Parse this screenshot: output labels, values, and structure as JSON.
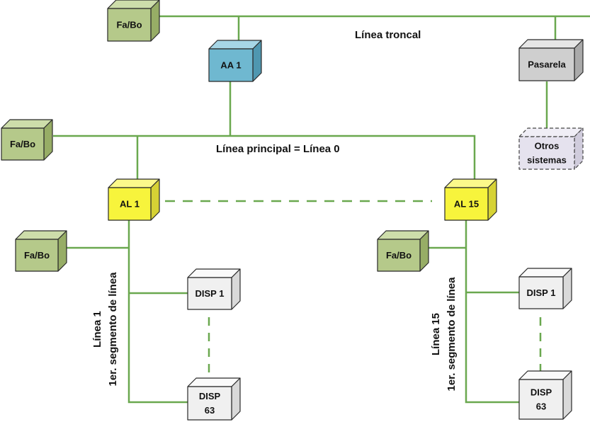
{
  "labels": {
    "backbone": "Línea troncal",
    "main_line": "Línea principal = Línea 0",
    "line1_title": "Línea 1",
    "line1_sub": "1er. segmento de línea",
    "line15_title": "Línea 15",
    "line15_sub": "1er. segmento de línea"
  },
  "colors": {
    "wire": "#6aa84f",
    "fabo_front": "#b5c98a",
    "fabo_top": "#cdddaa",
    "fabo_side": "#97ad66",
    "aa_front": "#6fb8d0",
    "aa_top": "#a6d6e6",
    "aa_side": "#4f97b0",
    "al_front": "#f7f43c",
    "al_top": "#fbf98a",
    "al_side": "#d6d235",
    "gw_front": "#cfcfcf",
    "gw_top": "#e6e6e6",
    "gw_side": "#aaaaaa",
    "other_front": "#e5e2ee",
    "other_top": "#f0eef6",
    "other_side": "#d0ccdc",
    "disp_front": "#f0f0f0",
    "disp_top": "#fafafa",
    "disp_side": "#d9d9d9"
  },
  "nodes": [
    {
      "id": "fabo-top",
      "name": "fabo-backbone",
      "lines": [
        "Fa/Bo"
      ],
      "kind": "fabo"
    },
    {
      "id": "aa1",
      "name": "area-coupler-aa1",
      "lines": [
        "AA 1"
      ],
      "kind": "aa"
    },
    {
      "id": "gateway",
      "name": "gateway-pasarela",
      "lines": [
        "Pasarela"
      ],
      "kind": "gw"
    },
    {
      "id": "others",
      "name": "other-systems",
      "lines": [
        "Otros",
        "sistemas"
      ],
      "kind": "other"
    },
    {
      "id": "fabo-main",
      "name": "fabo-main-line",
      "lines": [
        "Fa/Bo"
      ],
      "kind": "fabo"
    },
    {
      "id": "al1",
      "name": "line-coupler-al1",
      "lines": [
        "AL 1"
      ],
      "kind": "al"
    },
    {
      "id": "al15",
      "name": "line-coupler-al15",
      "lines": [
        "AL 15"
      ],
      "kind": "al"
    },
    {
      "id": "fabo-l1",
      "name": "fabo-line-1",
      "lines": [
        "Fa/Bo"
      ],
      "kind": "fabo"
    },
    {
      "id": "fabo-l15",
      "name": "fabo-line-15",
      "lines": [
        "Fa/Bo"
      ],
      "kind": "fabo"
    },
    {
      "id": "disp1-l1",
      "name": "device-disp1-line-1",
      "lines": [
        "DISP 1"
      ],
      "kind": "disp"
    },
    {
      "id": "disp63-l1",
      "name": "device-disp63-line-1",
      "lines": [
        "DISP",
        "63"
      ],
      "kind": "disp"
    },
    {
      "id": "disp1-l15",
      "name": "device-disp1-line-15",
      "lines": [
        "DISP 1"
      ],
      "kind": "disp"
    },
    {
      "id": "disp63-l15",
      "name": "device-disp63-line-15",
      "lines": [
        "DISP",
        "63"
      ],
      "kind": "disp"
    }
  ]
}
